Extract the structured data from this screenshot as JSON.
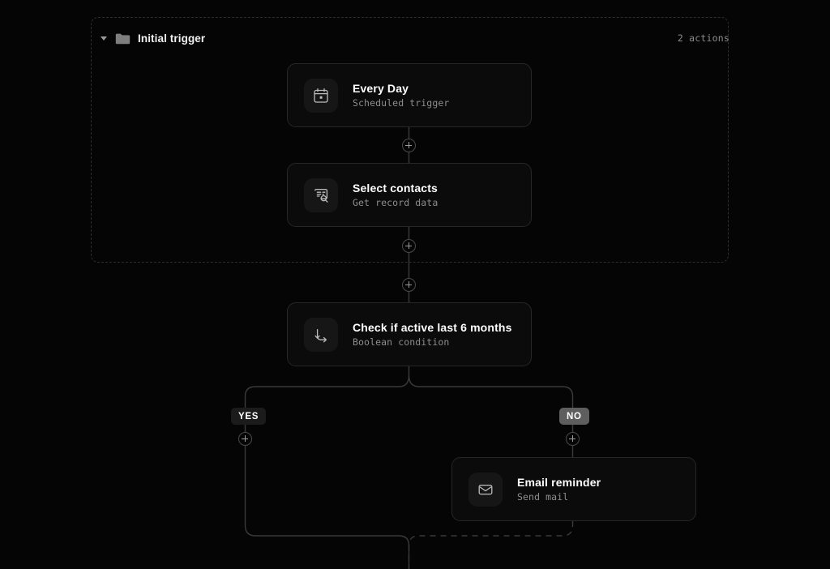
{
  "group": {
    "title": "Initial trigger",
    "actions_label": "2 actions",
    "folder_icon": "folder-icon",
    "caret_icon": "chevron-down-icon"
  },
  "nodes": [
    {
      "id": "every-day",
      "title": "Every Day",
      "subtitle": "Scheduled trigger",
      "icon": "calendar-icon"
    },
    {
      "id": "select-contacts",
      "title": "Select contacts",
      "subtitle": "Get record data",
      "icon": "document-search-icon"
    },
    {
      "id": "check-active",
      "title": "Check if active last 6 months",
      "subtitle": "Boolean condition",
      "icon": "branch-arrow-icon"
    },
    {
      "id": "email-reminder",
      "title": "Email reminder",
      "subtitle": "Send mail",
      "icon": "envelope-icon"
    }
  ],
  "branches": {
    "yes_label": "YES",
    "no_label": "NO"
  },
  "add_buttons": {
    "label": "+"
  },
  "colors": {
    "canvas_background": "#050505",
    "card_background": "#0b0b0b",
    "card_border": "#272727",
    "icon_tile_background": "#161616",
    "wire": "#3a3a3a",
    "group_border": "#2e2e2e",
    "title_text": "#ffffff",
    "subtitle_text": "#8e8e8e",
    "badge_yes_background": "#1b1b1b",
    "badge_no_background": "#5e5e5e"
  }
}
